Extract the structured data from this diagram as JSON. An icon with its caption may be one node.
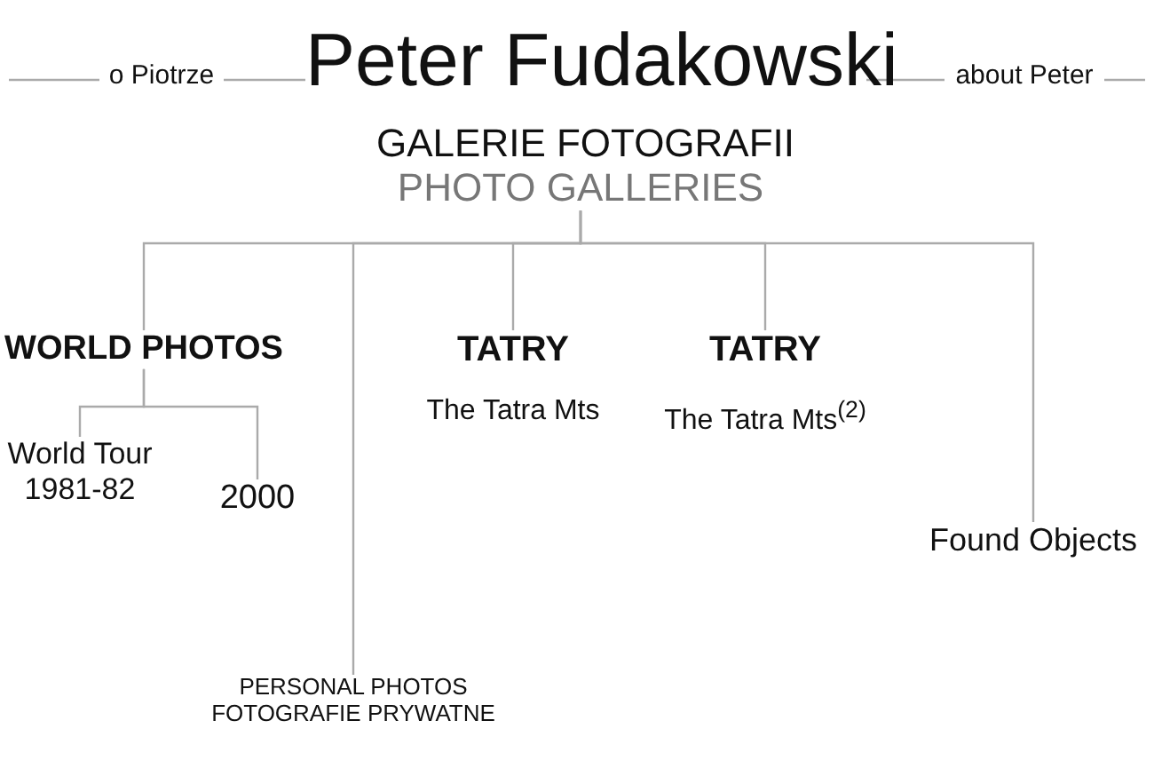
{
  "diagram": {
    "nodes": [
      {
        "text": [
          "Peter Fudakowski"
        ]
      },
      {
        "text": [
          "o Piotrze"
        ]
      },
      {
        "text": [
          "about Peter"
        ]
      },
      {
        "text": [
          "GALERIE FOTOGRAFII",
          "PHOTO GALLERIES"
        ]
      },
      {
        "text": [
          "WORLD PHOTOS"
        ]
      },
      {
        "text": [
          "World Tour 1981-82"
        ]
      },
      {
        "text": [
          "2000"
        ]
      },
      {
        "text": [
          "TATRY",
          "The Tatra Mts"
        ]
      },
      {
        "text": [
          "TATRY",
          "The Tatra Mts$^{(2)}$"
        ]
      },
      {
        "text": [
          "Found Objects"
        ]
      },
      {
        "text": [
          "PERSONAL PHOTOS",
          "FOTOGRAFIE PRYWATNE"
        ]
      }
    ],
    "edges": [
      {
        "from": null,
        "to": 1,
        "arrow": "none"
      },
      {
        "from": 1,
        "to": 0,
        "arrow": "none"
      },
      {
        "from": 0,
        "to": 2,
        "arrow": "none"
      },
      {
        "from": 2,
        "to": null,
        "arrow": "none"
      },
      {
        "from": 3,
        "to": 4,
        "arrow": "none"
      },
      {
        "from": 3,
        "to": 10,
        "arrow": "none"
      },
      {
        "from": 3,
        "to": 7,
        "arrow": "none"
      },
      {
        "from": 3,
        "to": 8,
        "arrow": "none"
      },
      {
        "from": 3,
        "to": 9,
        "arrow": "none"
      },
      {
        "from": 4,
        "to": 5,
        "arrow": "none"
      },
      {
        "from": 4,
        "to": 6,
        "arrow": "none"
      }
    ]
  }
}
